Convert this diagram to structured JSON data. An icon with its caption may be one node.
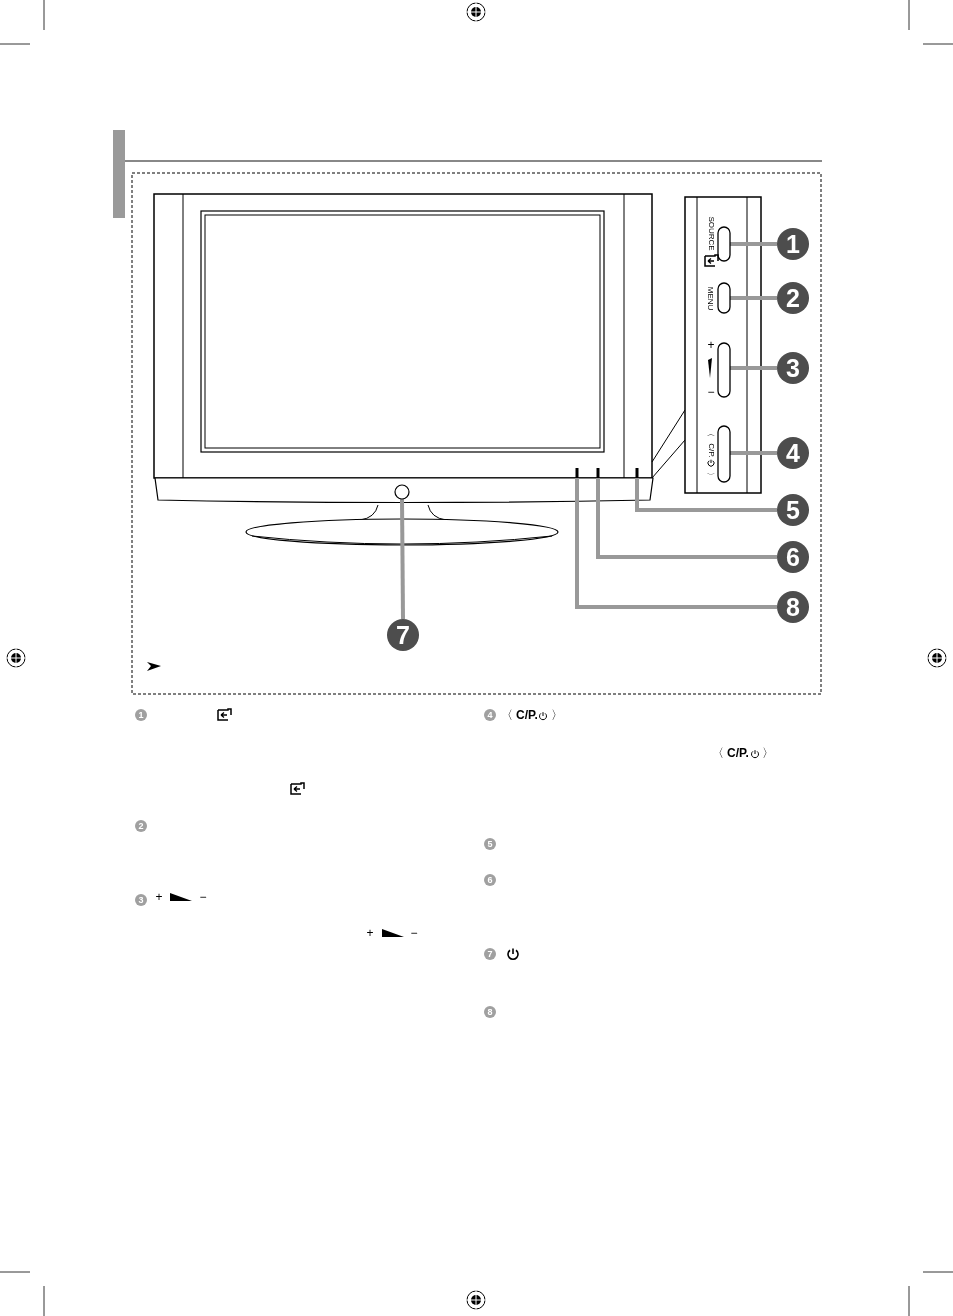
{
  "diagram": {
    "nodes": [
      {
        "text": [
          "1"
        ]
      },
      {
        "text": [],
        "shape": "box",
        "beside": [
          "SOURCE"
        ]
      },
      {
        "text": [
          "2"
        ]
      },
      {
        "text": [],
        "shape": "box",
        "beside": [
          "MENU"
        ]
      },
      {
        "text": [
          "3"
        ]
      },
      {
        "text": [],
        "shape": "box",
        "beside": [
          "+",
          "−"
        ]
      },
      {
        "text": [
          "4"
        ]
      },
      {
        "text": [],
        "shape": "box",
        "beside": [
          "〈",
          "C/P.",
          "〉"
        ]
      },
      {
        "text": [
          "5"
        ]
      },
      {
        "text": [
          "6"
        ]
      },
      {
        "text": [
          "8"
        ]
      },
      {
        "text": [
          "7"
        ]
      },
      {
        "text": [],
        "shape": "circle"
      },
      {
        "text": [],
        "shape": "bar"
      },
      {
        "text": [],
        "shape": "bar"
      },
      {
        "text": [],
        "shape": "bar"
      }
    ],
    "edges": [
      {
        "from": 0,
        "to": 1,
        "arrow": "none"
      },
      {
        "from": 2,
        "to": 3,
        "arrow": "none"
      },
      {
        "from": 4,
        "to": 5,
        "arrow": "none"
      },
      {
        "from": 6,
        "to": 7,
        "arrow": "none"
      },
      {
        "from": 8,
        "to": 15,
        "arrow": "none"
      },
      {
        "from": 9,
        "to": 14,
        "arrow": "none"
      },
      {
        "from": 10,
        "to": 13,
        "arrow": "none"
      },
      {
        "from": 11,
        "to": 12,
        "arrow": "none"
      }
    ],
    "labels": [
      "1",
      "2",
      "3",
      "+",
      "−",
      "+",
      "−",
      "4",
      "〈",
      "C/P.",
      "〉",
      "〈",
      "C/P.",
      "〉",
      "5",
      "6",
      "7",
      "8"
    ]
  }
}
